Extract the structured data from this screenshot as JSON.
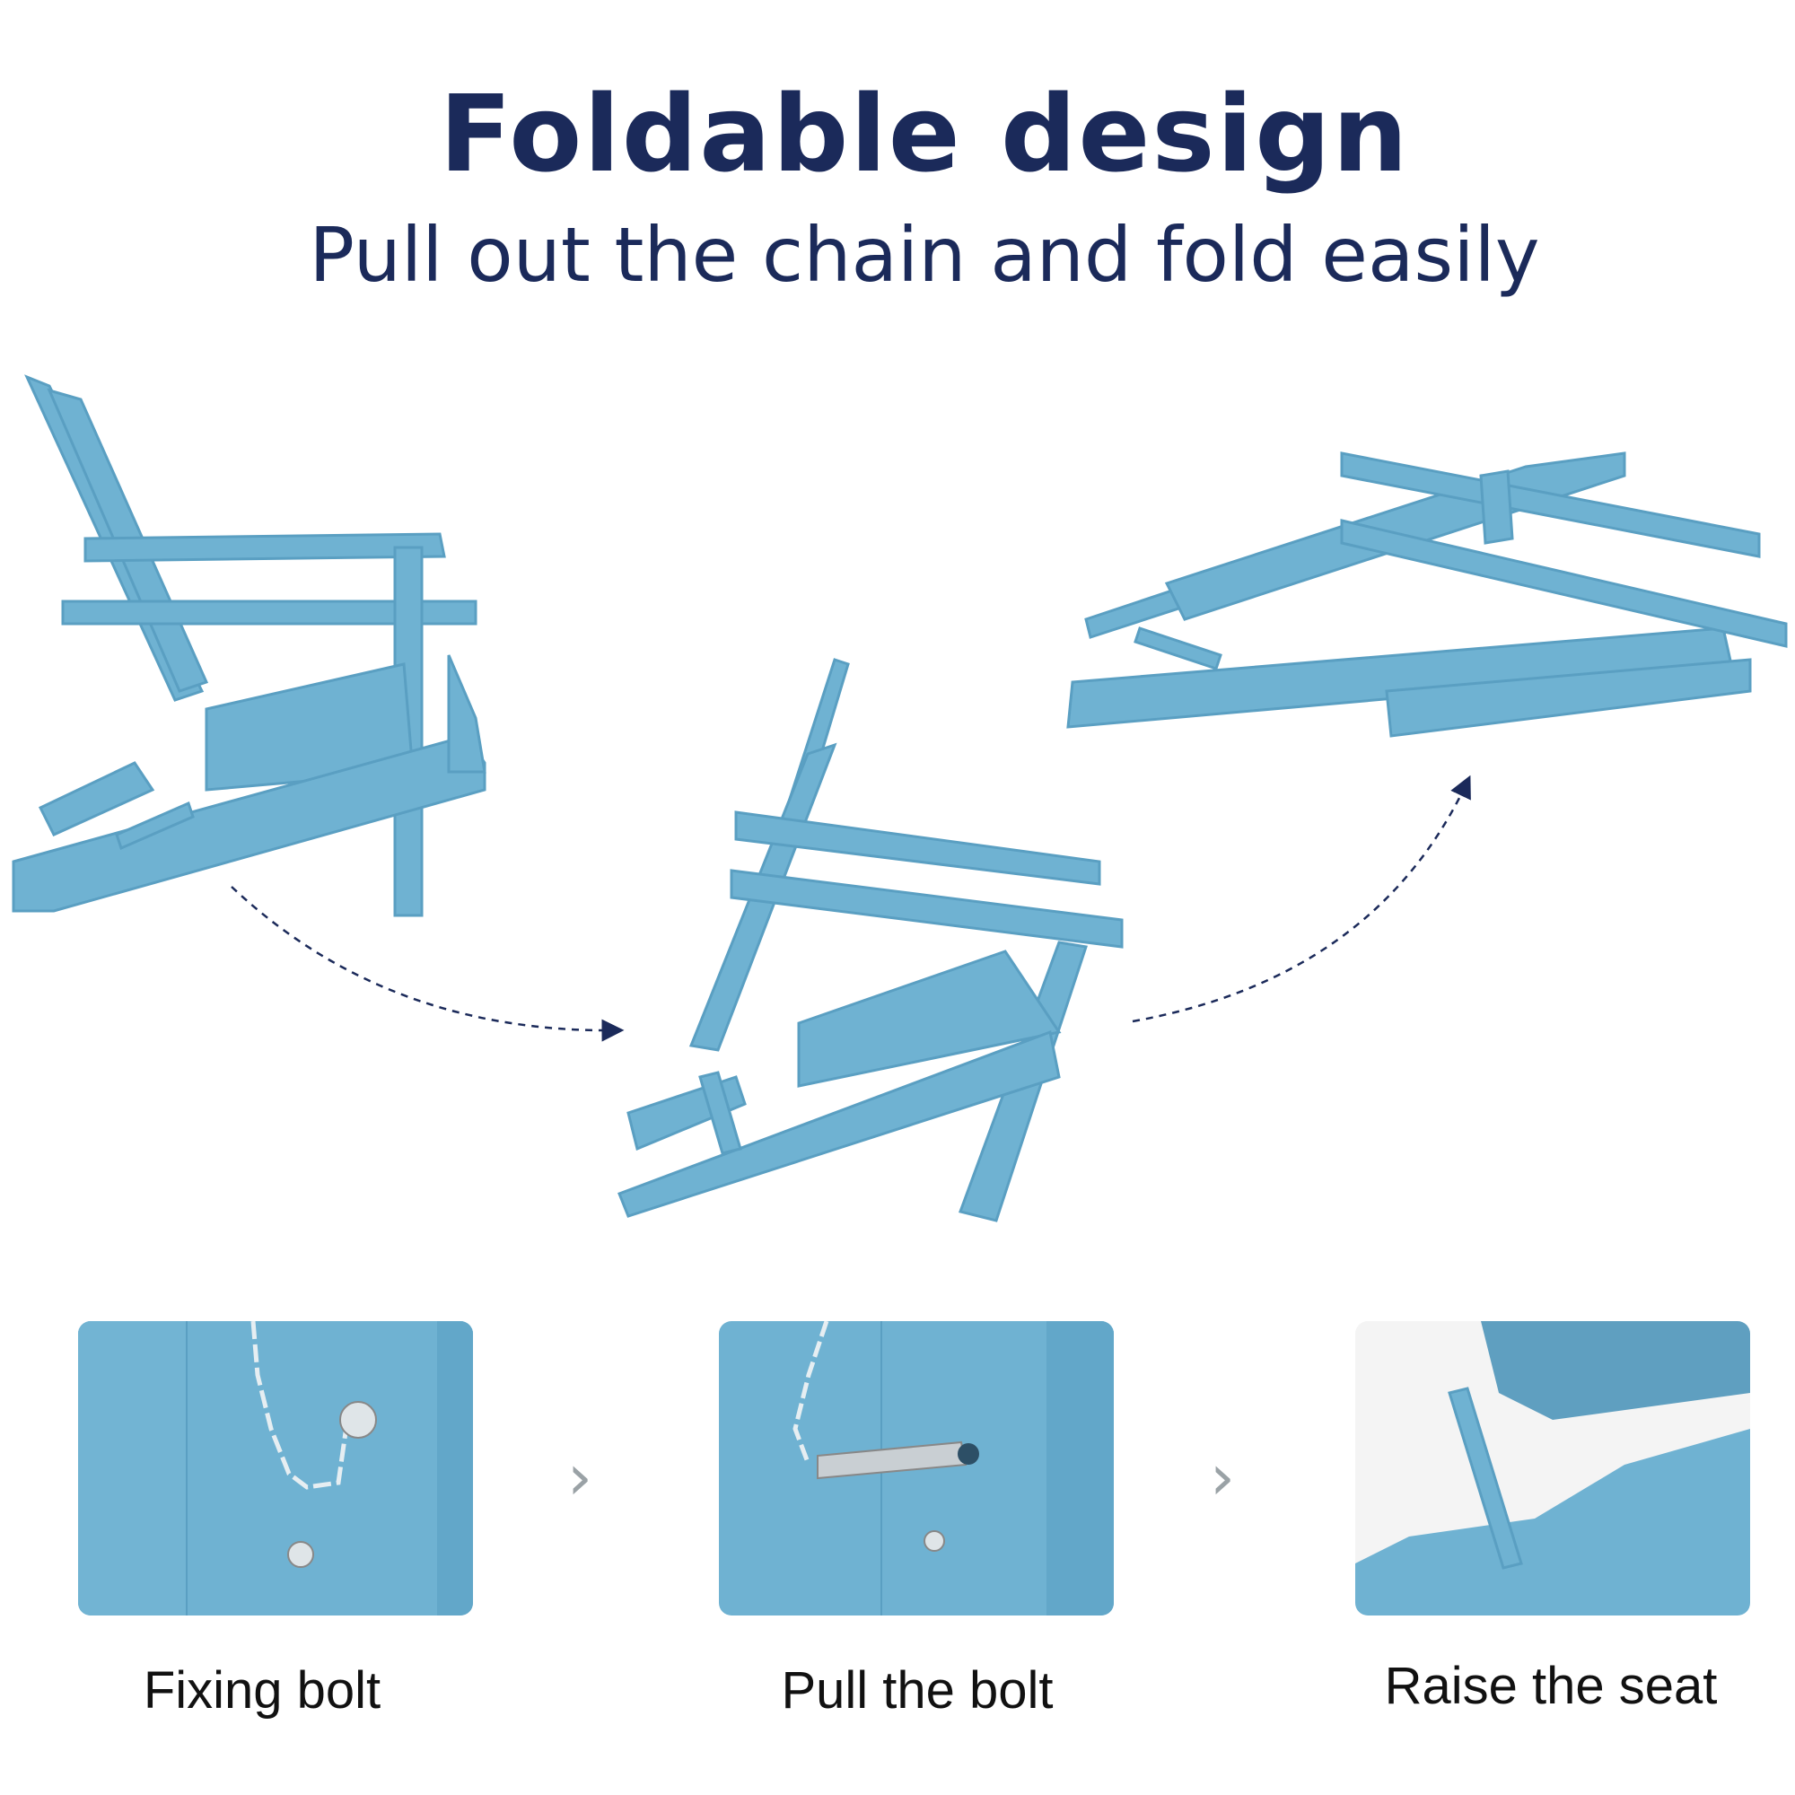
{
  "header": {
    "title": "Foldable design",
    "subtitle": "Pull out the chain and fold easily"
  },
  "steps": [
    {
      "label": "Fixing bolt"
    },
    {
      "label": "Pull the bolt"
    },
    {
      "label": "Raise the seat"
    }
  ],
  "colors": {
    "title": "#1b2a5a",
    "chair": "#6fb2d2",
    "chair_dark": "#5a9fc2"
  },
  "icons": {
    "step_arrow": "chevron-right-icon"
  }
}
